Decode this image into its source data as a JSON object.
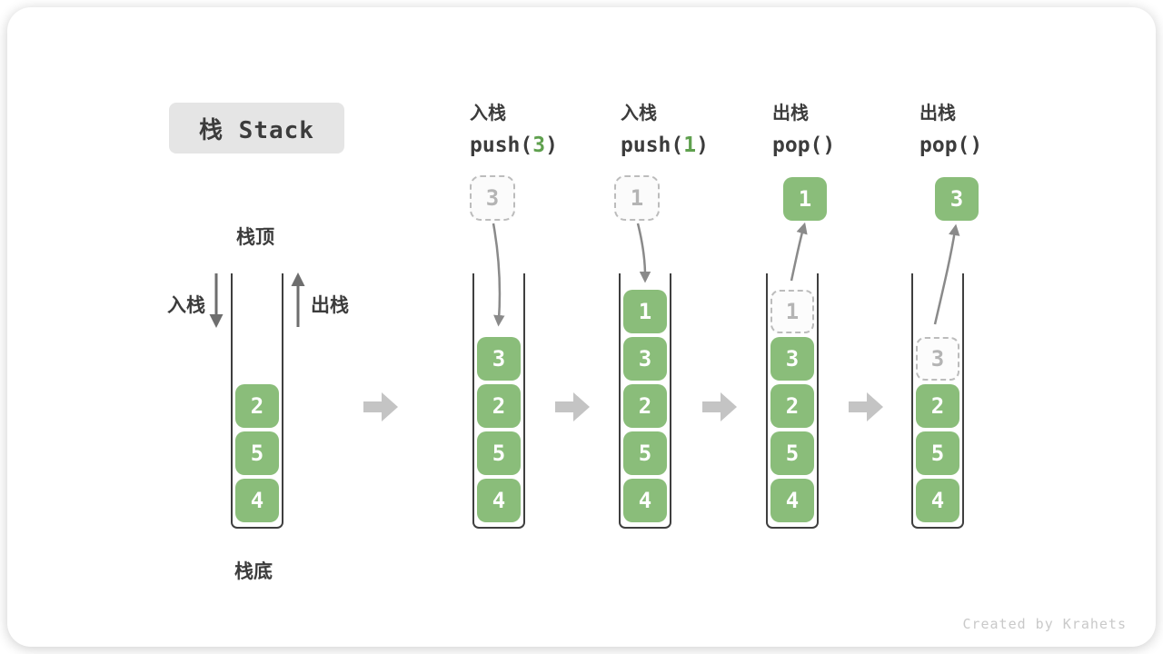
{
  "title": "栈 Stack",
  "labels": {
    "top": "栈顶",
    "bottom": "栈底",
    "push": "入栈",
    "pop": "出栈"
  },
  "operations": [
    {
      "label": "入栈",
      "fn": "push(",
      "arg": "3",
      "close": ")"
    },
    {
      "label": "入栈",
      "fn": "push(",
      "arg": "1",
      "close": ")"
    },
    {
      "label": "出栈",
      "fn": "pop(",
      "arg": "",
      "close": ")"
    },
    {
      "label": "出栈",
      "fn": "pop(",
      "arg": "",
      "close": ")"
    }
  ],
  "floating": [
    {
      "v": "3",
      "style": "dashed"
    },
    {
      "v": "1",
      "style": "dashed"
    },
    {
      "v": "1",
      "style": "solid"
    },
    {
      "v": "3",
      "style": "solid"
    }
  ],
  "stacks": [
    {
      "cells": [
        {
          "v": "2"
        },
        {
          "v": "5"
        },
        {
          "v": "4"
        }
      ]
    },
    {
      "cells": [
        {
          "v": "3"
        },
        {
          "v": "2"
        },
        {
          "v": "5"
        },
        {
          "v": "4"
        }
      ]
    },
    {
      "cells": [
        {
          "v": "1"
        },
        {
          "v": "3"
        },
        {
          "v": "2"
        },
        {
          "v": "5"
        },
        {
          "v": "4"
        }
      ]
    },
    {
      "cells": [
        {
          "v": "1",
          "ghost": true
        },
        {
          "v": "3"
        },
        {
          "v": "2"
        },
        {
          "v": "5"
        },
        {
          "v": "4"
        }
      ]
    },
    {
      "cells": [
        {
          "v": "3",
          "ghost": true
        },
        {
          "v": "2"
        },
        {
          "v": "5"
        },
        {
          "v": "4"
        }
      ]
    }
  ],
  "watermark": "Created by Krahets",
  "colors": {
    "cell_green": "#8abd7a",
    "arg_green": "#5fa04e",
    "ghost_border": "#bcbcbc",
    "thin_arrow": "#8a8a8a",
    "dark_arrow": "#6e6e6e",
    "block_arrow": "#c4c4c4",
    "title_bg": "#e5e5e5",
    "text_dark": "#3c3c3c"
  }
}
